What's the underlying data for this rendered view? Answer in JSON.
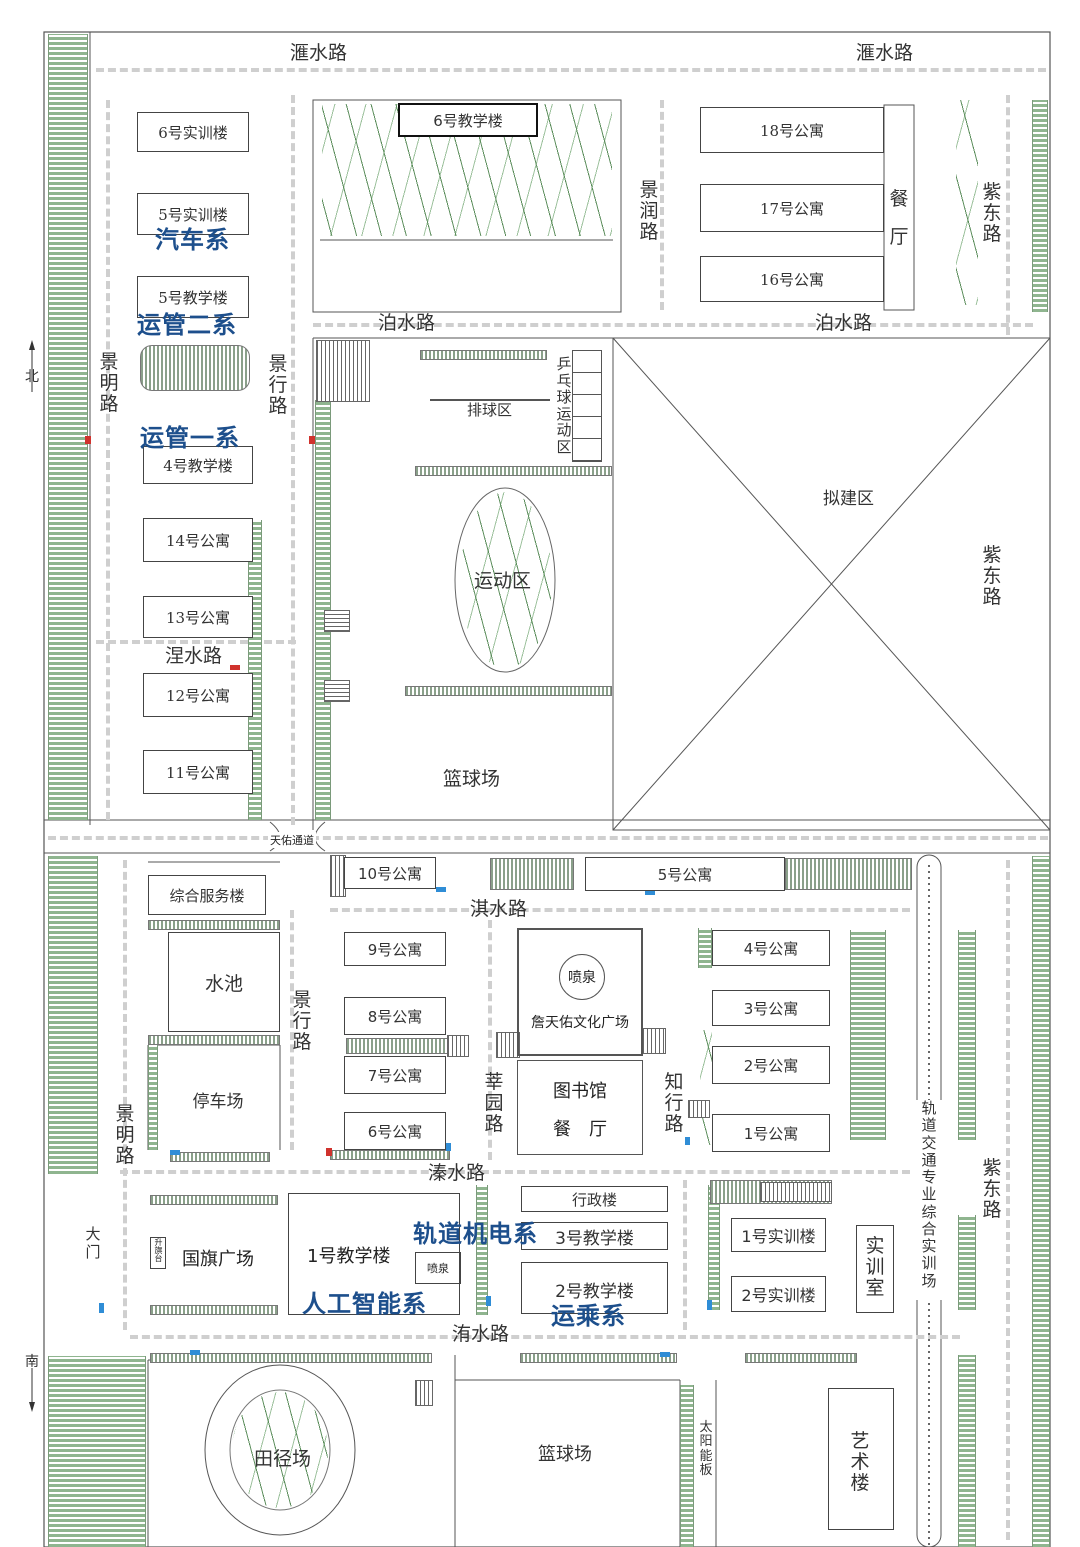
{
  "roads": {
    "yanshui_left": "滙水路",
    "yanshui_right": "滙水路",
    "jingrun": "景润路",
    "zidong_top": "紫东路",
    "boshui_left": "泊水路",
    "boshui_right": "泊水路",
    "jingming_top": "景明路",
    "jinghang_top": "景行路",
    "zidong_mid": "紫东路",
    "nieshui": "涅水路",
    "tianyou": "天佑通道",
    "qishui": "淇水路",
    "jinghang_bottom": "景行路",
    "jingming_bottom": "景明路",
    "xinyuan": "莘园路",
    "zhihang": "知行路",
    "zidong_bottom": "紫东路",
    "zhenshui": "溱水路",
    "weishui": "洧水路"
  },
  "north_label": "北",
  "south_label": "南",
  "buildings": {
    "b6_training": "6号实训楼",
    "b5_training": "5号实训楼",
    "b5_teaching": "5号教学楼",
    "b4_teaching": "4号教学楼",
    "apt14": "14号公寓",
    "apt13": "13号公寓",
    "apt12": "12号公寓",
    "apt11": "11号公寓",
    "b6_teaching": "6号教学楼",
    "apt18": "18号公寓",
    "apt17": "17号公寓",
    "apt16": "16号公寓",
    "canteen_top": "餐厅",
    "volleyball": "排球区",
    "pingpong": "乒乓球运动区",
    "sports_area": "运动区",
    "planned": "拟建区",
    "basketball_top": "篮球场",
    "apt10": "10号公寓",
    "apt5": "5号公寓",
    "service": "综合服务楼",
    "pool": "水池",
    "parking": "停车场",
    "apt9": "9号公寓",
    "apt8": "8号公寓",
    "apt7": "7号公寓",
    "apt6": "6号公寓",
    "fountain_top": "喷泉",
    "plaza": "詹天佑文化广场",
    "library": "图书馆",
    "canteen_mid": "餐　厅",
    "apt4": "4号公寓",
    "apt3": "3号公寓",
    "apt2": "2号公寓",
    "apt1": "1号公寓",
    "admin": "行政楼",
    "b3_teaching": "3号教学楼",
    "b2_teaching": "2号教学楼",
    "t1": "1号实训楼",
    "t2": "2号实训楼",
    "lab": "实训室",
    "rail_center": "轨道交通专业综合实训场",
    "gate": "大门",
    "flag_square": "国旗广场",
    "flag_stand": "升旗台",
    "b1_teaching": "1号教学楼",
    "fountain_small": "喷泉",
    "track": "田径场",
    "basketball_bottom": "篮球场",
    "solar": "太阳能板",
    "art": "艺术楼"
  },
  "departments": {
    "auto": "汽车系",
    "ops2": "运管二系",
    "ops1": "运管一系",
    "rail_mech": "轨道机电系",
    "ai": "人工智能系",
    "transport": "运乘系"
  }
}
